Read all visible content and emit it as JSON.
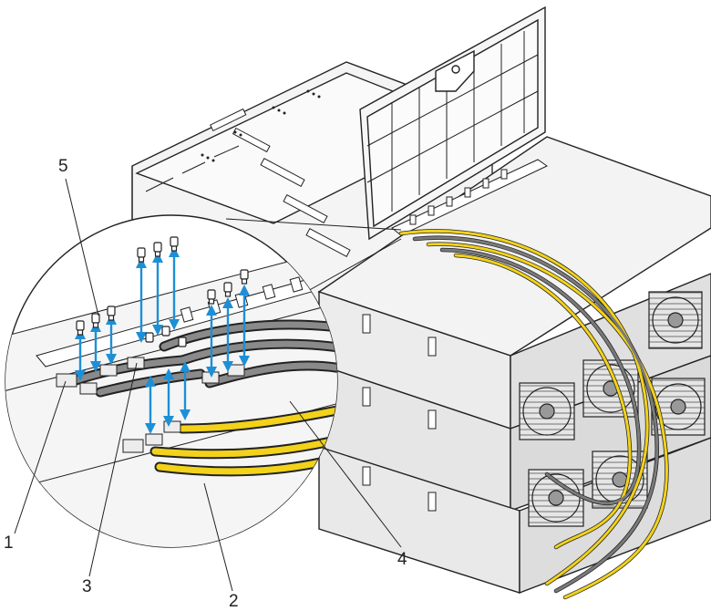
{
  "callouts": [
    {
      "id": "c1",
      "label": "1"
    },
    {
      "id": "c2",
      "label": "2"
    },
    {
      "id": "c3",
      "label": "3"
    },
    {
      "id": "c4",
      "label": "4"
    },
    {
      "id": "c5",
      "label": "5"
    }
  ],
  "colors": {
    "line": "#222222",
    "cable_yellow": "#f2d21a",
    "cable_gray": "#6b6b6b",
    "cable_dark": "#3a3a3a",
    "arrow_blue": "#1d8fd6",
    "metal_light": "#f2f2f2",
    "metal_mid": "#d9d9d9",
    "shadow": "#bfbfbf"
  }
}
